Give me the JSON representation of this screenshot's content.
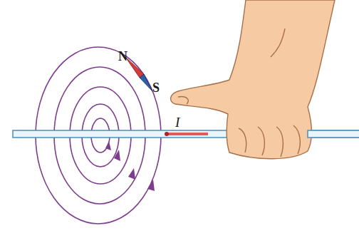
{
  "diagram": {
    "labels": [
      "N",
      "S",
      "I"
    ]
  }
}
